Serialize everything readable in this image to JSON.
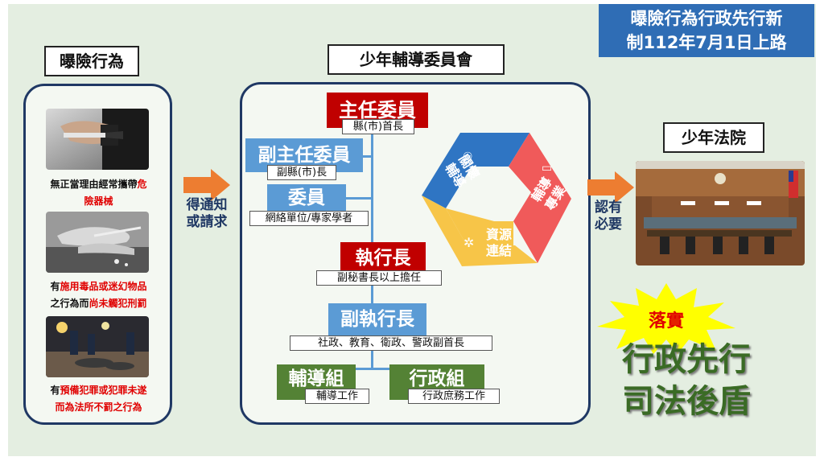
{
  "banner": {
    "line1": "曝險行為行政先行新",
    "line2": "制112年7月1日上路",
    "color": "#2f6db5"
  },
  "left": {
    "title": "曝險行為",
    "items": [
      {
        "parts": [
          "無正當理由經常攜帶",
          "危",
          "險器械",
          ""
        ]
      },
      {
        "parts": [
          "有",
          "施用毒品或迷幻物品",
          "之行為而",
          "尚未觸犯刑罰"
        ]
      },
      {
        "parts": [
          "有",
          "預備犯罪或犯罪未遂",
          "而為法所不罰之行為",
          ""
        ]
      }
    ]
  },
  "arrow_left_label": {
    "line1": "得通知",
    "line2": "或請求"
  },
  "committee": {
    "title": "少年輔導委員會",
    "roles": {
      "chair": {
        "label": "主任委員",
        "sub": "縣(市)首長"
      },
      "vice_chair": {
        "label": "副主任委員",
        "sub": "副縣(市)長"
      },
      "member": {
        "label": "委員",
        "sub": "網絡單位/專家學者"
      },
      "exec": {
        "label": "執行長",
        "sub": "副秘書長以上擔任"
      },
      "deputy_exec": {
        "label": "副執行長",
        "sub": "社政、教育、衛政、警政副首長"
      },
      "guidance_group": {
        "label": "輔導組",
        "sub": "輔導工作"
      },
      "admin_group": {
        "label": "行政組",
        "sub": "行政庶務工作"
      }
    },
    "cycle": {
      "care": {
        "line1": "關懷",
        "line2": "輔導"
      },
      "pro": {
        "line1": "輔導",
        "line2": "專業"
      },
      "link": {
        "line1": "資源",
        "line2": "連結"
      }
    }
  },
  "arrow_right_label": {
    "line1": "認有",
    "line2": "必要"
  },
  "court": {
    "title": "少年法院"
  },
  "slogan": {
    "star": "落實",
    "line1": "行政先行",
    "line2": "司法後盾"
  },
  "colors": {
    "red": "#c00000",
    "blue": "#5b9bd5",
    "green": "#548235",
    "arrow": "#ed7d31",
    "navy": "#1f3864"
  }
}
